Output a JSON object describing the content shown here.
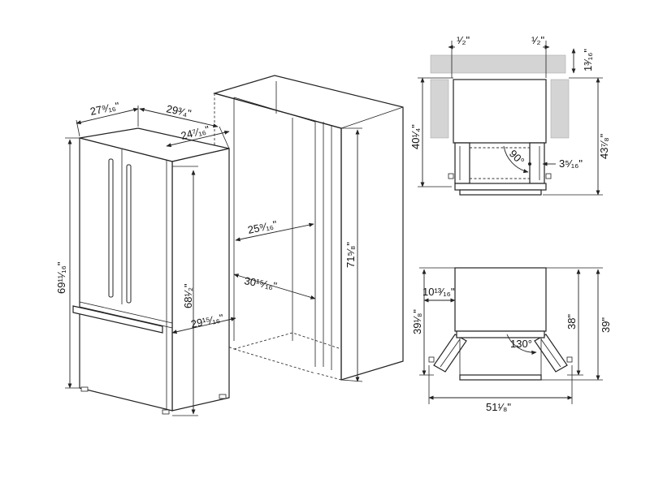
{
  "dimensions": {
    "width_total": "27⁹⁄₁₆\"",
    "depth_total": "29³⁄₄\"",
    "depth_cabinet": "24⁷⁄₁₆\"",
    "height_total": "69¹¹⁄₁₆\"",
    "height_cabinet": "68¹⁄₂\"",
    "door_depth": "29¹⁵⁄₁₆\"",
    "niche_width_min": "25⁹⁄₁₆\"",
    "niche_width_max": "30¹⁵⁄₁₆\"",
    "niche_height": "71⁵⁄₈\"",
    "top_side_gap_left": "¹⁄₂\"",
    "top_side_gap_right": "¹⁄₂\"",
    "top_rear_gap": "1³⁄₁₆\"",
    "top_depth": "40¹⁄₄\"",
    "top_depth_open": "43⁷⁄₈\"",
    "top_door_offset": "3⁵⁄₁₆\"",
    "top_angle": "90°",
    "bottom_offset": "10¹³⁄₁₆\"",
    "bottom_depth_a": "39¹⁄₈\"",
    "bottom_depth_b": "38\"",
    "bottom_depth_c": "39\"",
    "bottom_angle": "130°",
    "bottom_width_open": "51¹⁄₈\""
  }
}
